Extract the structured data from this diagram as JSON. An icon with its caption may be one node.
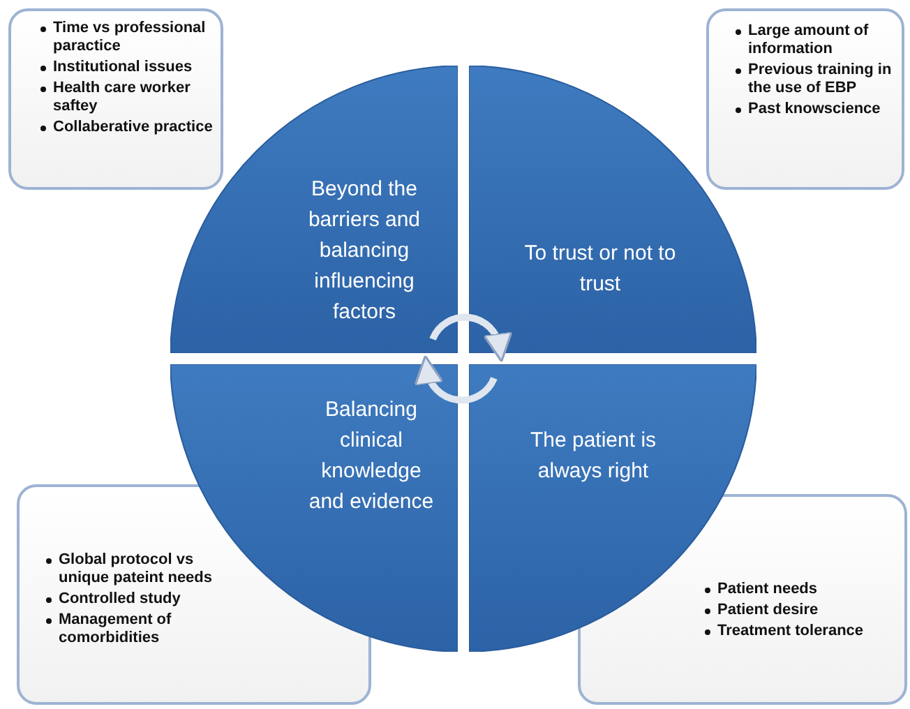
{
  "diagram": {
    "nodes": [
      {
        "text": [
          "Beyond the barriers and balancing influencing factors"
        ]
      },
      {
        "text": [
          "To trust or not to trust"
        ]
      },
      {
        "text": [
          "Balancing clinical knowledge and evidence"
        ]
      },
      {
        "text": [
          "The patient is always right"
        ]
      },
      {
        "text": [
          "Time vs professional paractice",
          "Institutional issues",
          "Health care worker saftey",
          "Collaberative practice"
        ]
      },
      {
        "text": [
          "Large amount of information",
          "Previous training in the use of EBP",
          "Past knowscience"
        ]
      },
      {
        "text": [
          "Global protocol vs unique pateint needs",
          "Controlled study",
          "Management of comorbidities"
        ]
      },
      {
        "text": [
          "Patient needs",
          "Patient desire",
          "Treatment tolerance"
        ]
      }
    ],
    "edges": [
      {
        "from": 0,
        "to": 1,
        "arrow": "to"
      },
      {
        "from": 3,
        "to": 2,
        "arrow": "to"
      }
    ]
  }
}
